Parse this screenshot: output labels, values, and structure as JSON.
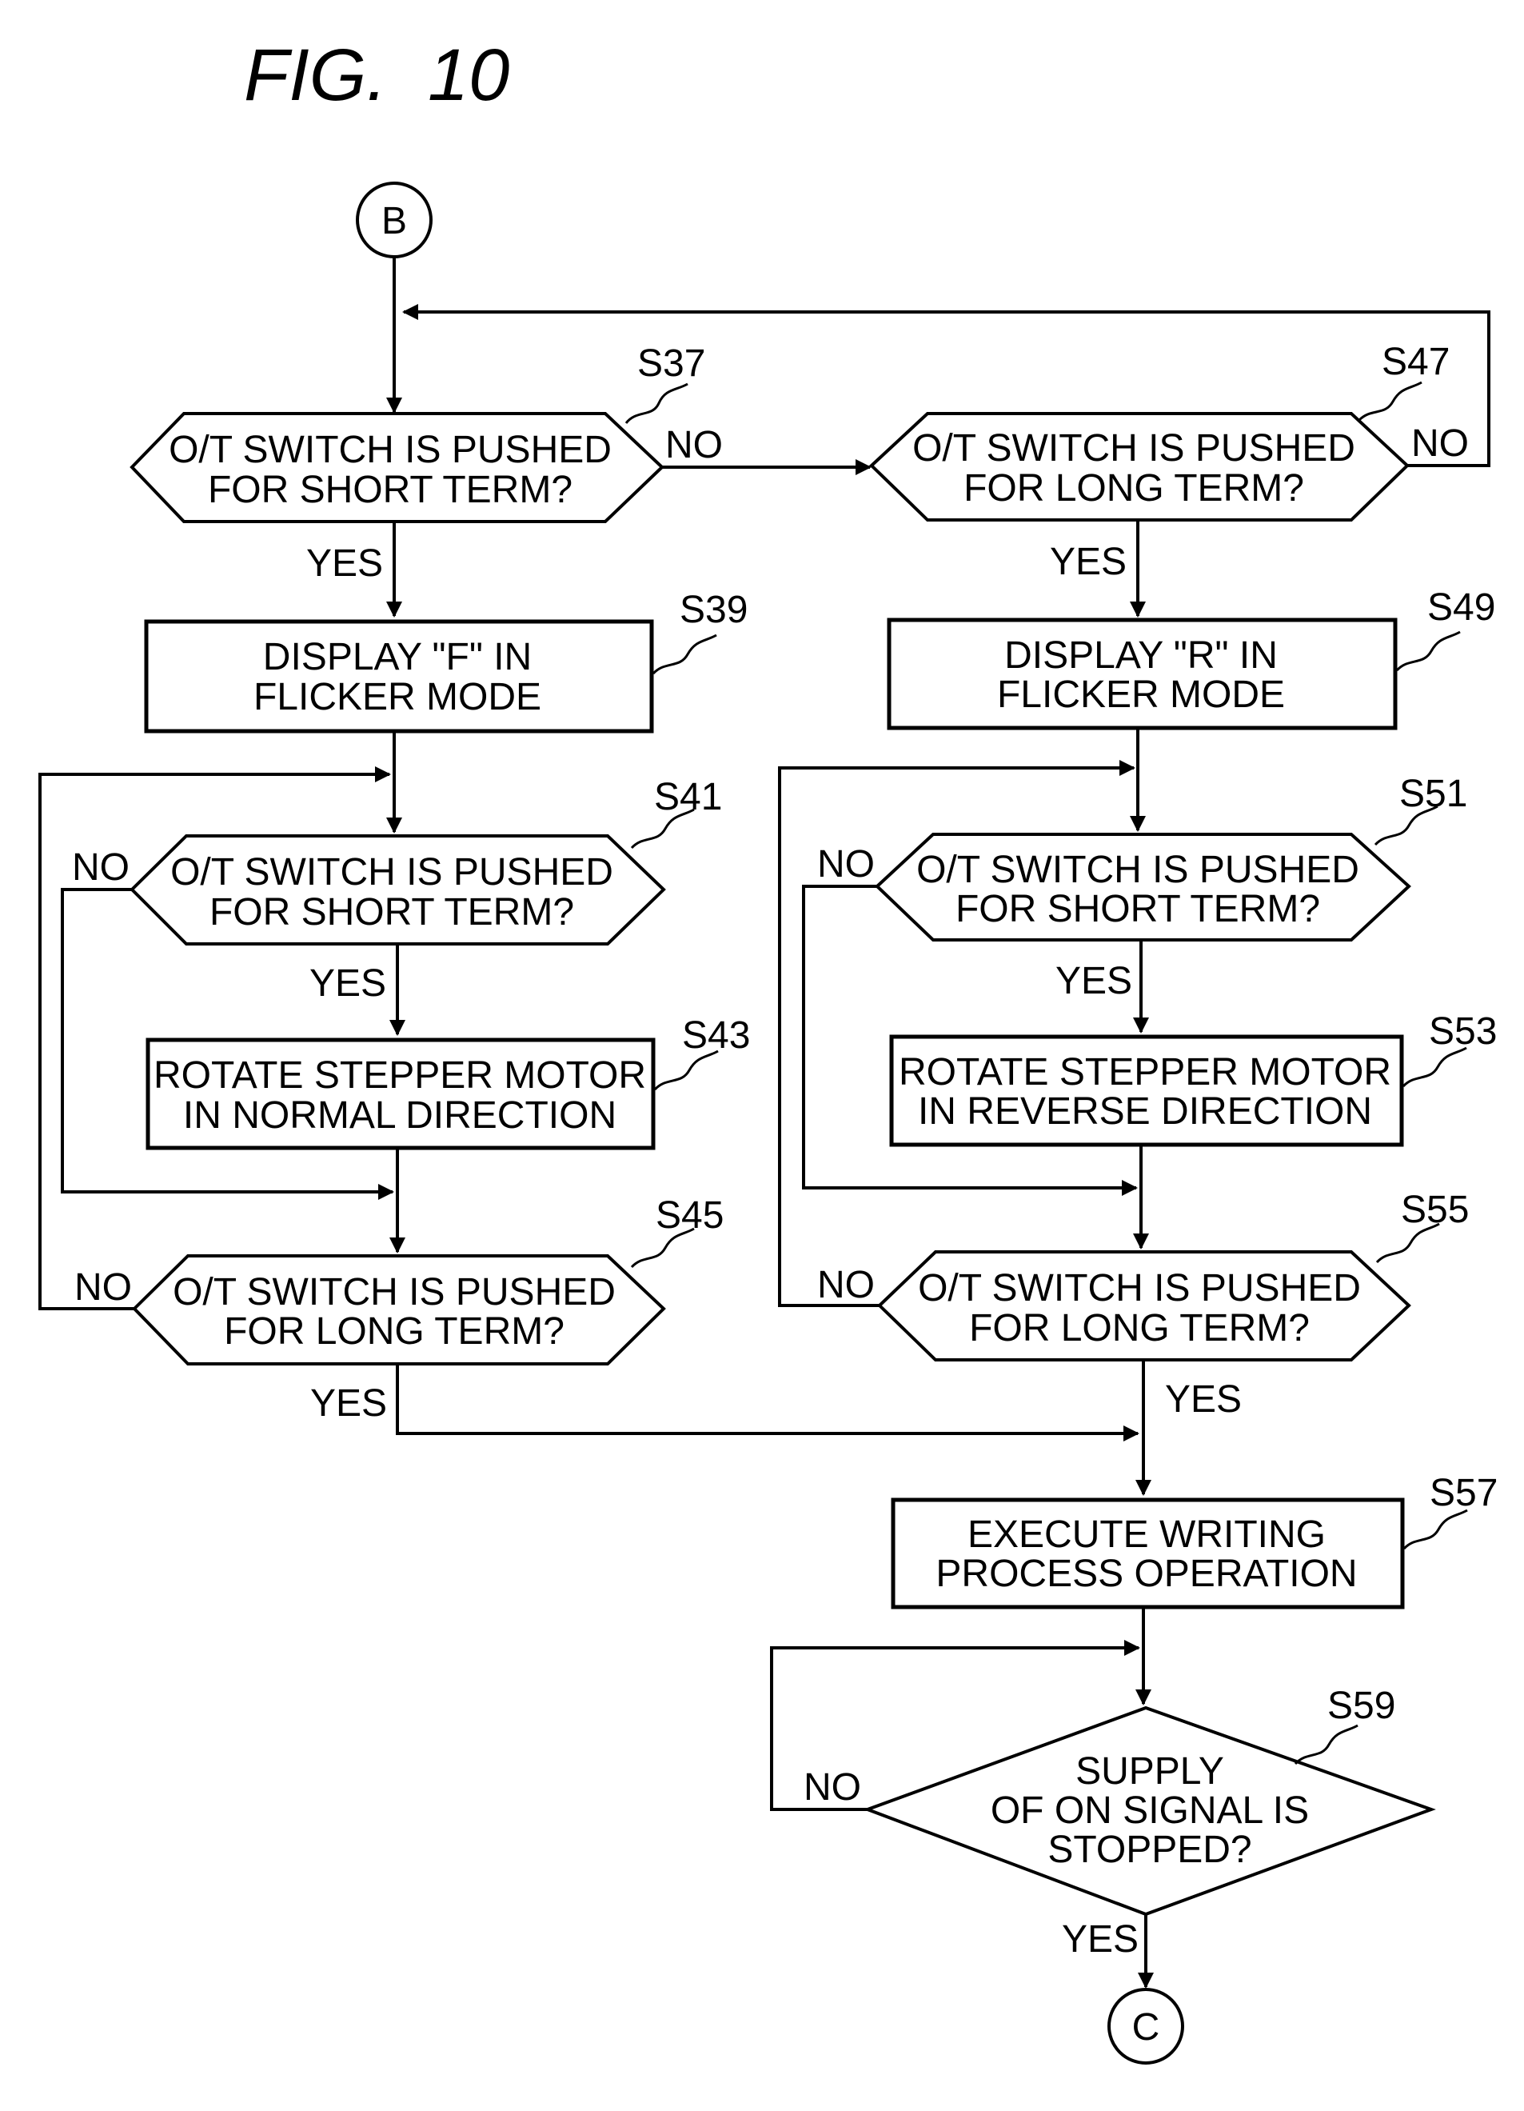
{
  "figure": {
    "title": "FIG.  10"
  },
  "connectors": {
    "start": "B",
    "end": "C"
  },
  "steps": {
    "s37": {
      "id": "S37",
      "lines": [
        "O/T SWITCH IS PUSHED",
        "FOR SHORT TERM?"
      ]
    },
    "s39": {
      "id": "S39",
      "lines": [
        "DISPLAY \"F\" IN",
        "FLICKER MODE"
      ]
    },
    "s41": {
      "id": "S41",
      "lines": [
        "O/T SWITCH IS PUSHED",
        "FOR SHORT TERM?"
      ]
    },
    "s43": {
      "id": "S43",
      "lines": [
        "ROTATE STEPPER MOTOR",
        "IN NORMAL DIRECTION"
      ]
    },
    "s45": {
      "id": "S45",
      "lines": [
        "O/T SWITCH IS PUSHED",
        "FOR LONG TERM?"
      ]
    },
    "s47": {
      "id": "S47",
      "lines": [
        "O/T SWITCH IS PUSHED",
        "FOR LONG TERM?"
      ]
    },
    "s49": {
      "id": "S49",
      "lines": [
        "DISPLAY \"R\" IN",
        "FLICKER MODE"
      ]
    },
    "s51": {
      "id": "S51",
      "lines": [
        "O/T SWITCH IS PUSHED",
        "FOR SHORT TERM?"
      ]
    },
    "s53": {
      "id": "S53",
      "lines": [
        "ROTATE STEPPER MOTOR",
        "IN REVERSE DIRECTION"
      ]
    },
    "s55": {
      "id": "S55",
      "lines": [
        "O/T SWITCH IS PUSHED",
        "FOR LONG TERM?"
      ]
    },
    "s57": {
      "id": "S57",
      "lines": [
        "EXECUTE WRITING",
        "PROCESS OPERATION"
      ]
    },
    "s59": {
      "id": "S59",
      "lines": [
        "SUPPLY",
        "OF ON SIGNAL IS",
        "STOPPED?"
      ]
    }
  },
  "branch_labels": {
    "yes": "YES",
    "no": "NO"
  }
}
